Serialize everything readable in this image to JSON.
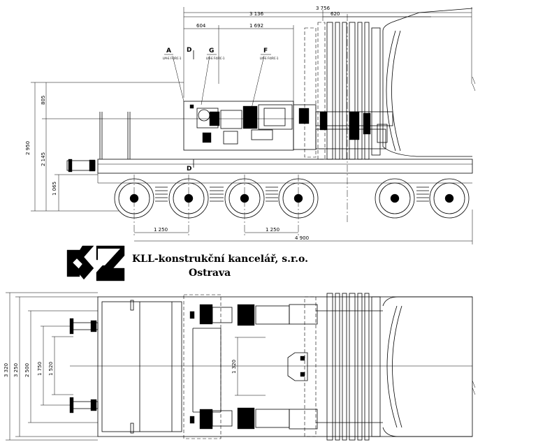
{
  "company": {
    "name": "KLL-konstrukční kancelář, s.r.o.",
    "city": "Ostrava"
  },
  "side_view": {
    "dims_top": [
      "3 756",
      "3 136",
      "620",
      "604",
      "1 692"
    ],
    "dims_left": [
      "805",
      "2 950",
      "2 145",
      "1 065"
    ],
    "dims_bottom": [
      "1 250",
      "1 250",
      "4 900"
    ],
    "section_labels": [
      {
        "letter": "A",
        "sub": "LM-E F4/RC-1"
      },
      {
        "letter": "D",
        "sub": ""
      },
      {
        "letter": "G",
        "sub": "LM-E F4/RC-1"
      },
      {
        "letter": "F",
        "sub": "LM-E F4/RC-1"
      }
    ],
    "lower_section_label": "D"
  },
  "top_view": {
    "dims_left": [
      "3 320",
      "3 250",
      "2 500",
      "1 750",
      "1 520"
    ],
    "dim_center": "1 320"
  }
}
